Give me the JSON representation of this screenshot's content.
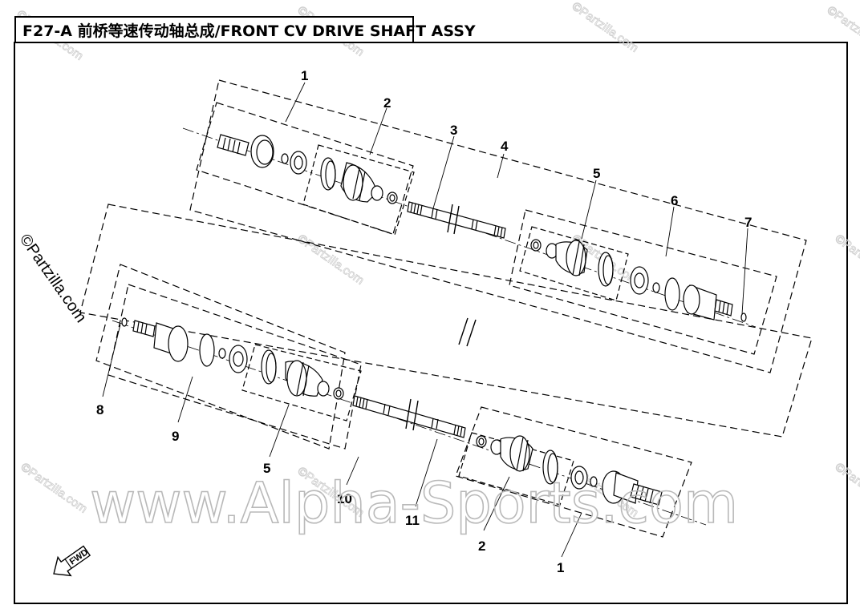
{
  "title": "F27-A 前桥等速传动轴总成/FRONT CV DRIVE SHAFT ASSY",
  "callouts": {
    "c1_top": "1",
    "c2_top": "2",
    "c3": "3",
    "c4": "4",
    "c5_top": "5",
    "c6": "6",
    "c7": "7",
    "c8": "8",
    "c9": "9",
    "c5_bottom": "5",
    "c10": "10",
    "c11": "11",
    "c2_bottom": "2",
    "c1_bottom": "1"
  },
  "watermarks": {
    "small": "©Partzilla.com",
    "side": "©Partzilla.com",
    "big": "www.Alpha-Sports.com"
  },
  "direction_badge": "FWD"
}
